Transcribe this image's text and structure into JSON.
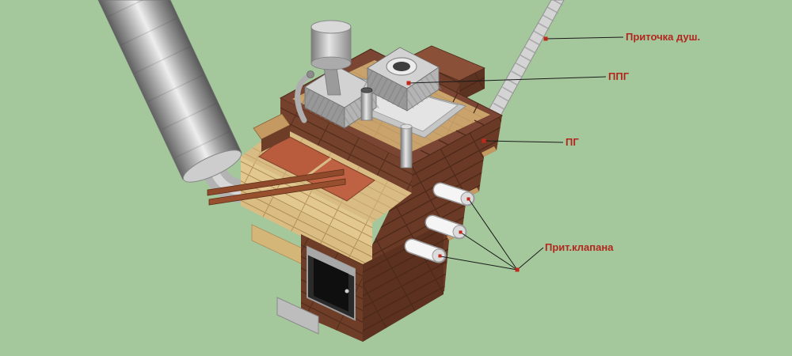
{
  "scene": {
    "background_color": "#a4c89c"
  },
  "annotations": {
    "label_color": "#b3261e",
    "marker_color": "#c1271b",
    "items": [
      {
        "id": "supply-shower",
        "label": "Приточка душ."
      },
      {
        "id": "ppg",
        "label": "ППГ"
      },
      {
        "id": "pg",
        "label": "ПГ"
      },
      {
        "id": "supply-valves",
        "label": "Прит.клапана"
      }
    ]
  },
  "palette": {
    "brick_dark": "#6e3d28",
    "brick_shadow": "#5c3120",
    "brick_rim": "#7a4532",
    "brick_tan": "#d8bc83",
    "panel_orange": "#b85c3d",
    "metal_light": "#d6d6d6",
    "metal_mid": "#aaaaaa",
    "valve_white": "#f5f5f5",
    "rail_copper": "#8f4a2b"
  }
}
